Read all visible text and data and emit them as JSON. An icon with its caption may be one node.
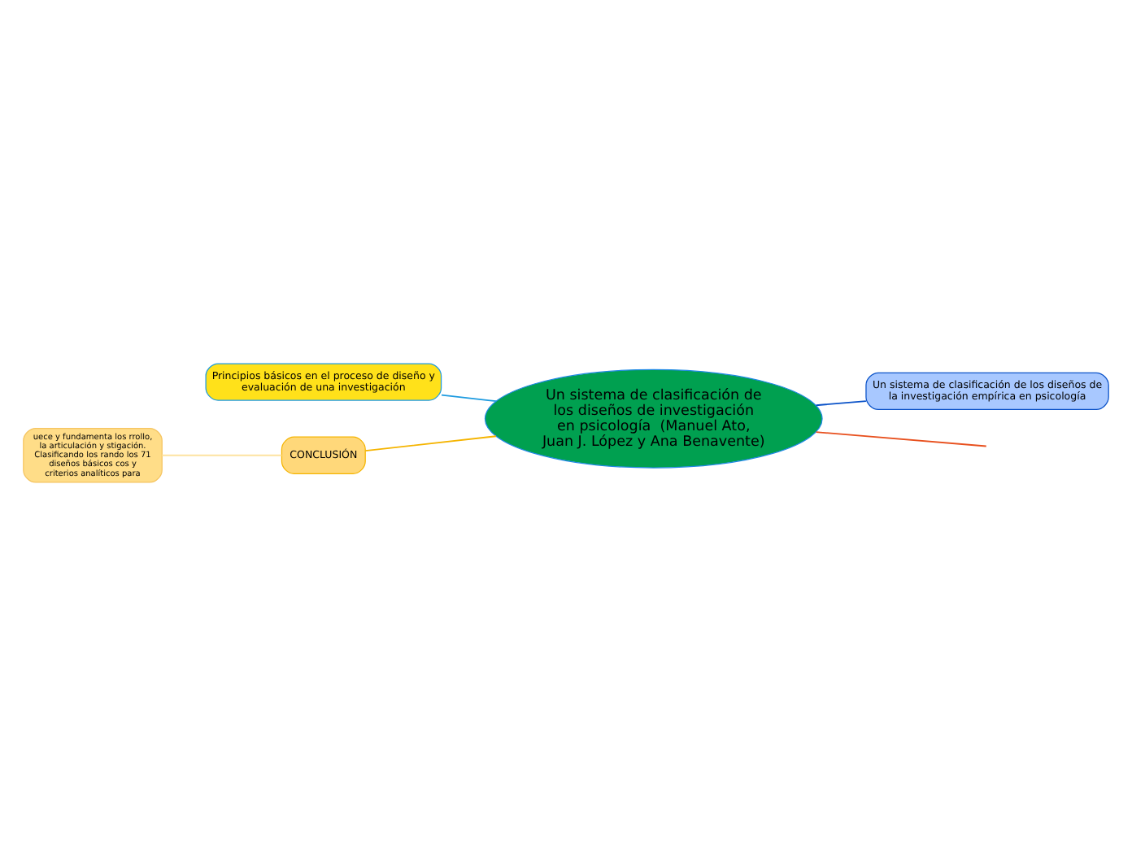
{
  "diagram": {
    "nodes": [
      {
        "text": [
          "Un sistema de clasificación de los diseños de investigación en psicología  (Manuel Ato, Juan J. López y Ana Benavente)"
        ]
      },
      {
        "text": [
          "Principios básicos en el proceso de diseño y evaluación de una investigación"
        ]
      },
      {
        "text": [
          "CONCLUSIÓN"
        ]
      },
      {
        "text": [
          "uece y fundamenta los rrollo, la articulación y stigación. Clasificando los rando los 71 diseños básicos cos y criterios analíticos para"
        ]
      },
      {
        "text": [
          "Un sistema de clasificación de los diseños de la investigación empírica en psicología"
        ]
      }
    ],
    "edges": [
      {
        "from": 1,
        "to": 0,
        "arrow": "none",
        "color": "#1e9be0"
      },
      {
        "from": 0,
        "to": 4,
        "arrow": "none",
        "color": "#0a52c8"
      },
      {
        "from": 2,
        "to": 0,
        "arrow": "none",
        "color": "#f5b400"
      },
      {
        "from": 3,
        "to": 2,
        "arrow": "none",
        "color": "#fde3a0"
      },
      {
        "from": 0,
        "to": null,
        "arrow": "none",
        "color": "#e8501e"
      }
    ]
  }
}
